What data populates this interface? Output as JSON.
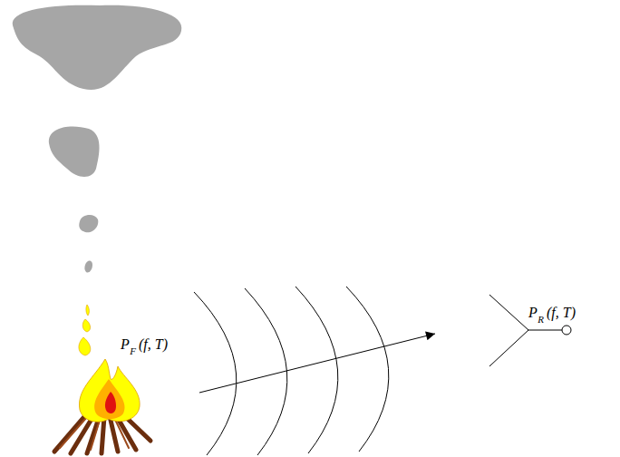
{
  "diagram": {
    "labels": [
      "P",
      "F",
      "(f, T)",
      "P",
      "R",
      "(f, T)"
    ]
  }
}
